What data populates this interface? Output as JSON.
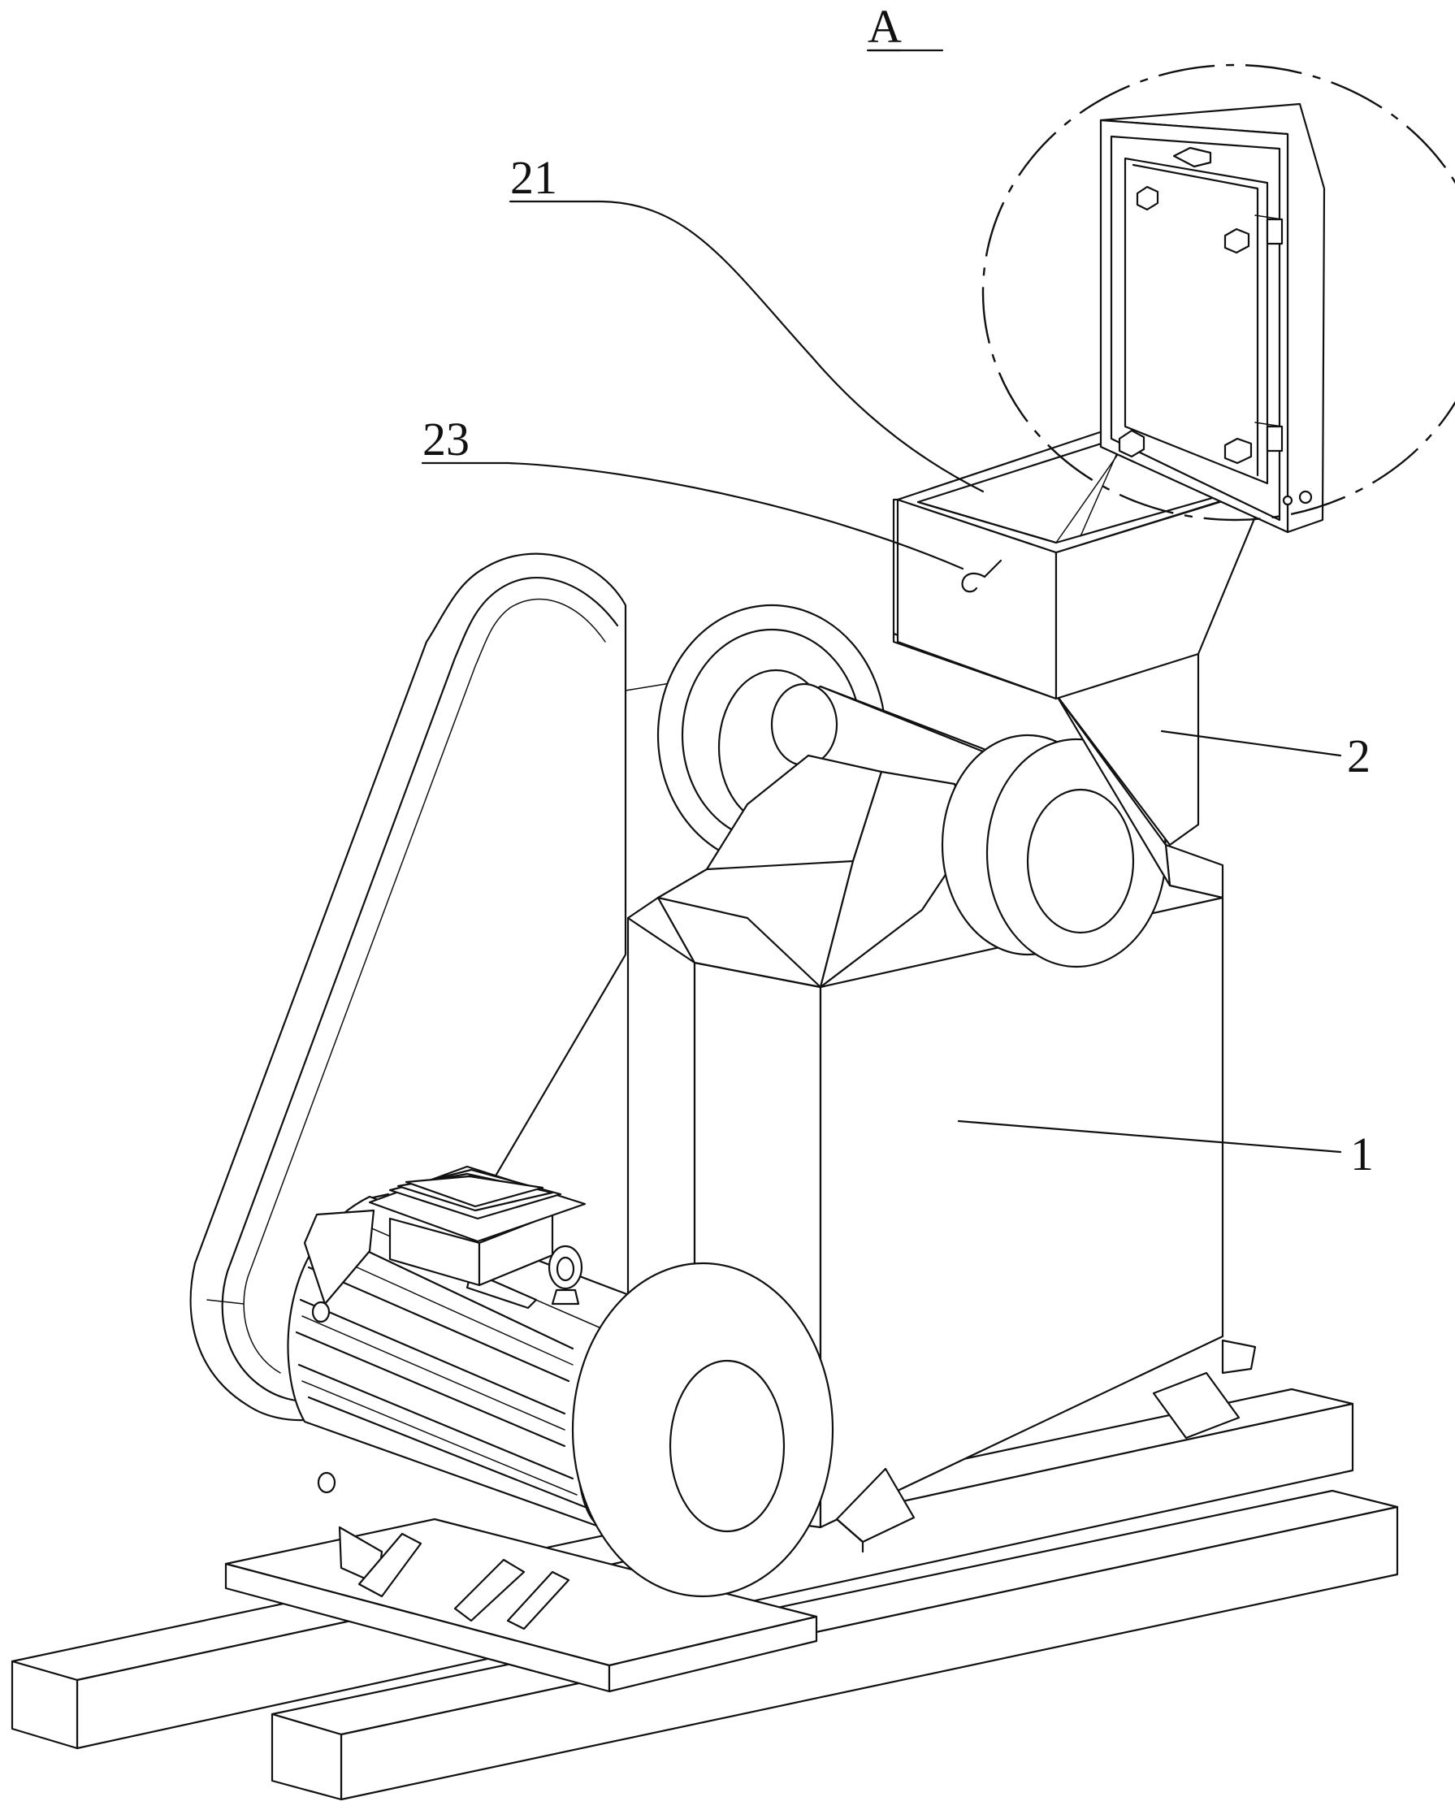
{
  "labels": {
    "detail_a": "A",
    "part_21": "21",
    "part_23": "23",
    "part_2": "2",
    "part_1": "1"
  }
}
